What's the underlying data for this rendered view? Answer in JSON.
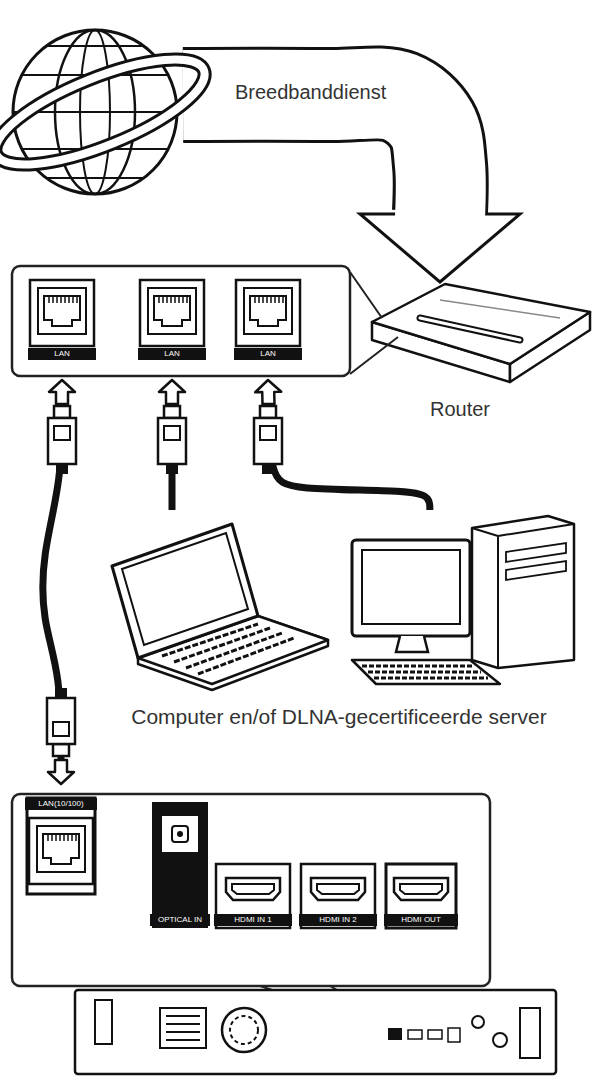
{
  "diagram": {
    "nodes": [
      {
        "text": [
          "Breedbanddienst"
        ]
      },
      {
        "text": [
          "Router"
        ]
      },
      {
        "text": [
          "LAN"
        ]
      },
      {
        "text": [
          "LAN"
        ]
      },
      {
        "text": [
          "LAN"
        ]
      },
      {
        "text": [
          "Computer en/of DLNA-gecertificeerde server"
        ]
      },
      {
        "text": [
          "LAN(10/100)"
        ]
      },
      {
        "text": [
          "OPTICAL IN"
        ]
      },
      {
        "text": [
          "HDMI IN 1"
        ]
      },
      {
        "text": [
          "HDMI IN 2"
        ]
      },
      {
        "text": [
          "HDMI OUT"
        ]
      }
    ],
    "edges": [
      {
        "from": 0,
        "to": 1,
        "arrow": "to"
      },
      {
        "from": 2,
        "to": 6,
        "arrow": "both"
      },
      {
        "from": 5,
        "to": 3,
        "arrow": "to"
      },
      {
        "from": 5,
        "to": 4,
        "arrow": "to"
      }
    ]
  }
}
